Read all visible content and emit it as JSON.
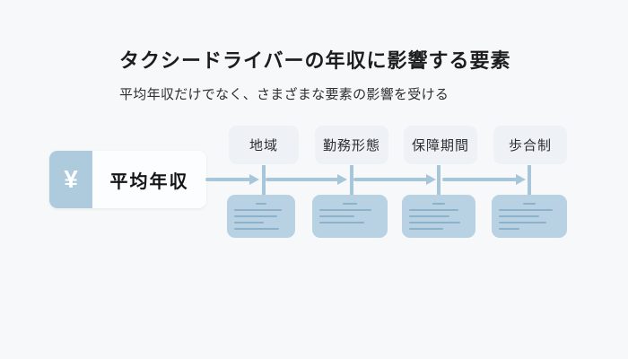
{
  "header": {
    "title": "タクシードライバーの年収に影響する要素",
    "subtitle": "平均年収だけでなく、さまざまな要素の影響を受ける"
  },
  "diagram": {
    "source": {
      "icon": "yen-icon",
      "icon_symbol": "¥",
      "label": "平均年収"
    },
    "factors": [
      {
        "label": "地域",
        "micro_lines": [
          20,
          88,
          80,
          55,
          84
        ]
      },
      {
        "label": "勤務形態",
        "micro_lines": [
          24,
          86,
          58,
          74
        ]
      },
      {
        "label": "保障期間",
        "micro_lines": [
          22,
          84,
          68,
          86,
          58
        ]
      },
      {
        "label": "歩合制",
        "micro_lines": [
          22,
          88,
          66,
          78,
          34
        ]
      }
    ]
  },
  "colors": {
    "bg": "#f7f8f9",
    "card": "#fcfdfe",
    "accent": "#aecbde",
    "arrow": "#a7c6da",
    "boxblue": "#b9d2e3",
    "micro": "#87adc8",
    "labelbg": "#eef1f5",
    "ink": "#1d1d1f",
    "subink": "#2f2f31"
  }
}
